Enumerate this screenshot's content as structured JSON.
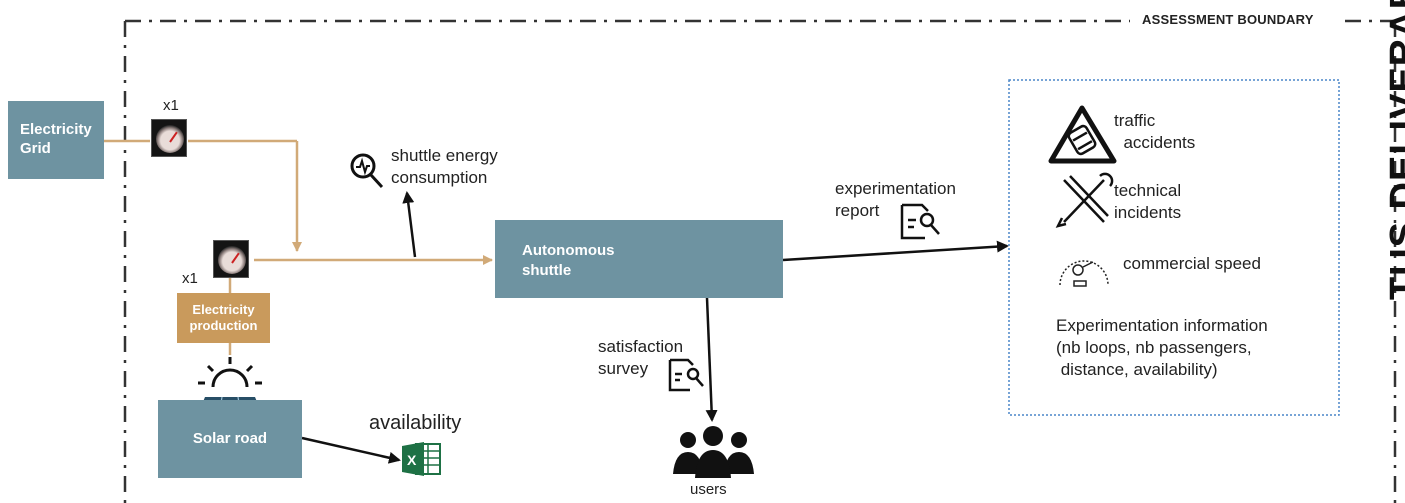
{
  "boundary_label": "ASSESSMENT BOUNDARY",
  "right_cut_text": "TUS DELIVERABL",
  "nodes": {
    "grid": "Electricity\nGrid",
    "production": "Electricity\nproduction",
    "solar": "Solar road",
    "shuttle": "Autonomous\nshuttle"
  },
  "meter_multipliers": [
    "x1",
    "x1"
  ],
  "labels": {
    "energy": "shuttle energy\nconsumption",
    "report": "experimentation\nreport",
    "survey": "satisfaction\nsurvey",
    "users": "users",
    "availability": "availability"
  },
  "info_panel": {
    "accidents": "traffic\n  accidents",
    "incidents": "technical\nincidents",
    "speed": "commercial speed",
    "experiment_info": "Experimentation information\n(nb loops, nb passengers,\n distance, availability)"
  },
  "colors": {
    "box_teal": "#6e93a1",
    "production_tan": "#c99a5c",
    "energy_line": "#d1aa78",
    "arrow": "#111111",
    "panel_border": "#4a86c8",
    "boundary": "#333333",
    "excel_green": "#1e7145"
  }
}
